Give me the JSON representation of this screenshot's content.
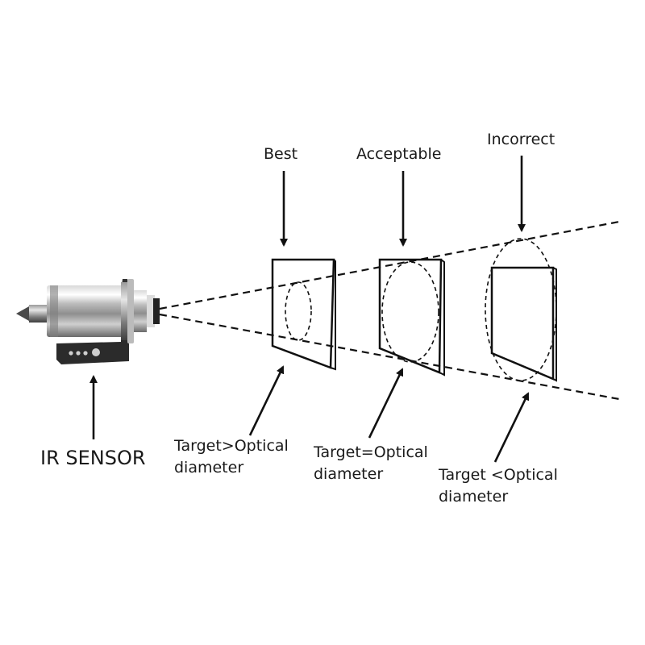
{
  "labels": {
    "best": "Best",
    "acceptable": "Acceptable",
    "incorrect": "Incorrect",
    "sensor": "IR SENSOR"
  },
  "captions": {
    "greater": {
      "line1": "Target>Optical",
      "line2": "diameter"
    },
    "equal": {
      "line1": "Target=Optical",
      "line2": "diameter"
    },
    "less": {
      "line1": "Target <Optical",
      "line2": "diameter"
    }
  }
}
